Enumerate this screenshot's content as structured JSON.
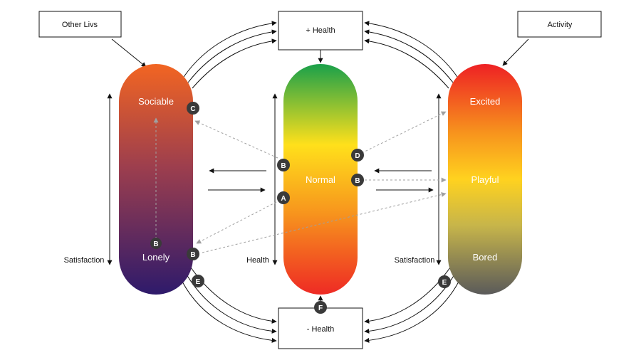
{
  "boxes": {
    "other_livs": "Other Livs",
    "activity": "Activity",
    "plus_health": "+ Health",
    "minus_health": "- Health"
  },
  "pills": {
    "social": {
      "top": "Sociable",
      "bottom": "Lonely"
    },
    "health": {
      "middle": "Normal"
    },
    "activity": {
      "top": "Excited",
      "middle": "Playful",
      "bottom": "Bored"
    }
  },
  "axes": {
    "left": "Satisfaction",
    "center": "Health",
    "right": "Satisfaction"
  },
  "markers": {
    "c": "C",
    "b": "B",
    "a": "A",
    "d": "D",
    "e": "E",
    "f": "F"
  },
  "colors": {
    "social_top": "#f26522",
    "social_bottom": "#2e1a6b",
    "health_top": "#1aa04a",
    "health_mid": "#ffe01b",
    "health_bottom": "#ee2a24",
    "activity_top": "#ee2124",
    "activity_mid": "#ffd21f",
    "activity_bottom": "#5a5a5a",
    "marker": "#3a3a3a",
    "dashed": "#a0a0a0"
  }
}
